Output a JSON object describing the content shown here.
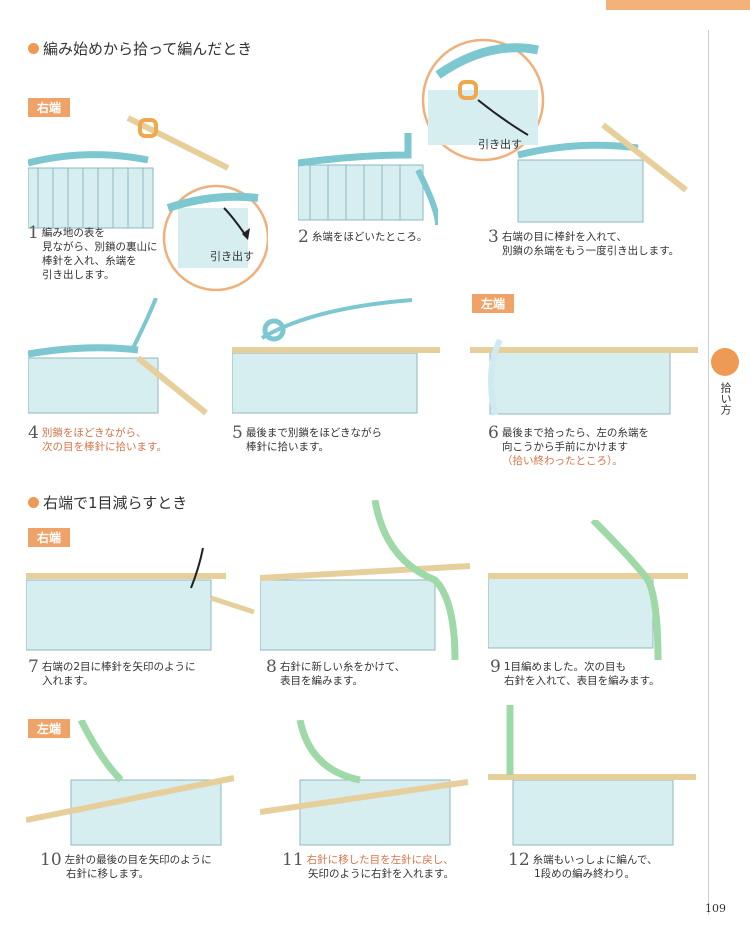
{
  "side_tab": "拾い方",
  "page_number": "109",
  "sections": [
    {
      "heading": "編み始めから拾って編んだとき",
      "tags": [
        "右端",
        "左端"
      ]
    },
    {
      "heading": "右端で1目減らすとき",
      "tags": [
        "右端",
        "左端"
      ]
    }
  ],
  "callouts": [
    "引き出す",
    "引き出す"
  ],
  "steps": [
    {
      "num": "1",
      "lines": [
        "編み地の表を",
        "見ながら、別鎖の裏山に",
        "棒針を入れ、糸端を",
        "引き出します。"
      ]
    },
    {
      "num": "2",
      "lines": [
        "糸端をほどいたところ。"
      ]
    },
    {
      "num": "3",
      "lines": [
        "右端の目に棒針を入れて、",
        "別鎖の糸端をもう一度引き出します。"
      ]
    },
    {
      "num": "4",
      "lines": [
        "別鎖をほどきながら、",
        "次の目を棒針に拾います。"
      ]
    },
    {
      "num": "5",
      "lines": [
        "最後まで別鎖をほどきながら",
        "棒針に拾います。"
      ]
    },
    {
      "num": "6",
      "lines": [
        "最後まで拾ったら、左の糸端を",
        "向こうから手前にかけます",
        "（拾い終わったところ）。"
      ]
    },
    {
      "num": "7",
      "lines": [
        "右端の2目に棒針を矢印のように",
        "入れます。"
      ]
    },
    {
      "num": "8",
      "lines": [
        "右針に新しい糸をかけて、",
        "表目を編みます。"
      ]
    },
    {
      "num": "9",
      "lines": [
        "1目編めました。次の目も",
        "右針を入れて、表目を編みます。"
      ]
    },
    {
      "num": "10",
      "lines": [
        "左針の最後の目を矢印のように",
        "右針に移します。"
      ]
    },
    {
      "num": "11",
      "lines": [
        "右針に移した目を左針に戻し、",
        "矢印のように右針を入れます。"
      ]
    },
    {
      "num": "12",
      "lines": [
        "糸端もいっしょに編んで、",
        "1段めの編み終わり。"
      ]
    }
  ],
  "colors": {
    "accent": "#f0a368",
    "yarn_blue": "#7cc7d0",
    "yarn_green": "#9fd9a8",
    "fabric": "#d6eef0",
    "needle": "#f2e2bc"
  }
}
